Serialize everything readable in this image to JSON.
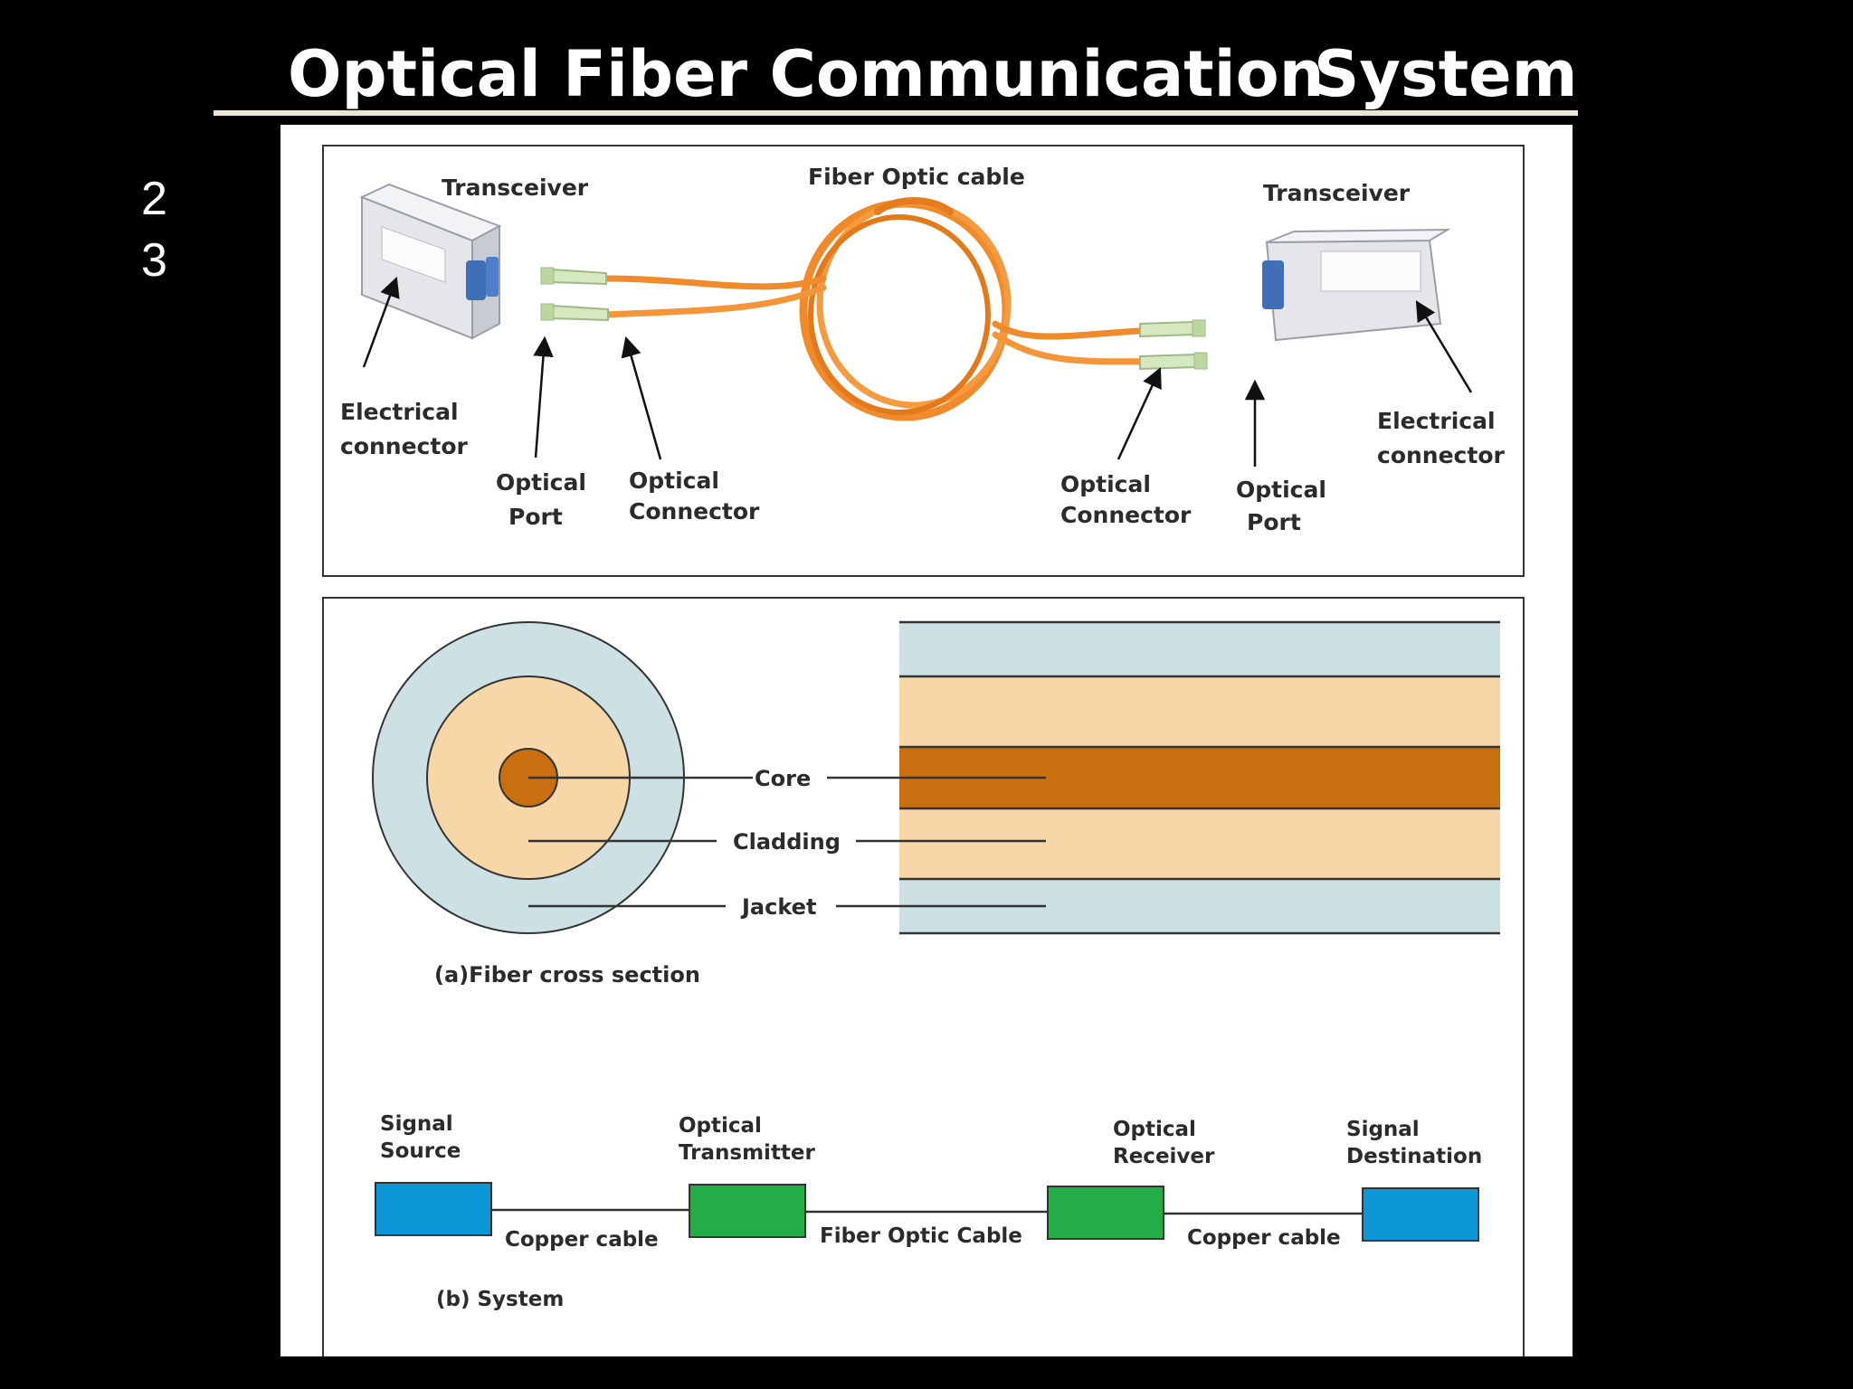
{
  "slide": {
    "title_part1": "Optical Fiber Communication",
    "title_part2": "System",
    "slide_number_line1": "2",
    "slide_number_line2": "3"
  },
  "components_figure": {
    "cable_label": "Fiber Optic cable",
    "left": {
      "transceiver": "Transceiver",
      "electrical_connector_l1": "Electrical",
      "electrical_connector_l2": "connector",
      "optical_port_l1": "Optical",
      "optical_port_l2": "Port",
      "optical_connector_l1": "Optical",
      "optical_connector_l2": "Connector"
    },
    "right": {
      "transceiver": "Transceiver",
      "electrical_connector_l1": "Electrical",
      "electrical_connector_l2": "connector",
      "optical_port_l1": "Optical",
      "optical_port_l2": "Port",
      "optical_connector_l1": "Optical",
      "optical_connector_l2": "Connector"
    }
  },
  "cross_section": {
    "core": "Core",
    "cladding": "Cladding",
    "jacket": "Jacket",
    "caption": "(a)Fiber cross section"
  },
  "system": {
    "signal_source_l1": "Signal",
    "signal_source_l2": "Source",
    "optical_transmitter_l1": "Optical",
    "optical_transmitter_l2": "Transmitter",
    "optical_receiver_l1": "Optical",
    "optical_receiver_l2": "Receiver",
    "signal_destination_l1": "Signal",
    "signal_destination_l2": "Destination",
    "copper_cable_1": "Copper cable",
    "fiber_optic_cable": "Fiber Optic Cable",
    "copper_cable_2": "Copper cable",
    "caption": "(b) System"
  },
  "colors": {
    "core": "#c8700f",
    "cladding": "#f7d6a8",
    "jacket": "#cde0e4",
    "source_block": "#0c98d8",
    "transmitter_block": "#22ad47",
    "cable_orange": "#f08a2a",
    "connector_green": "#cfe3b4"
  }
}
